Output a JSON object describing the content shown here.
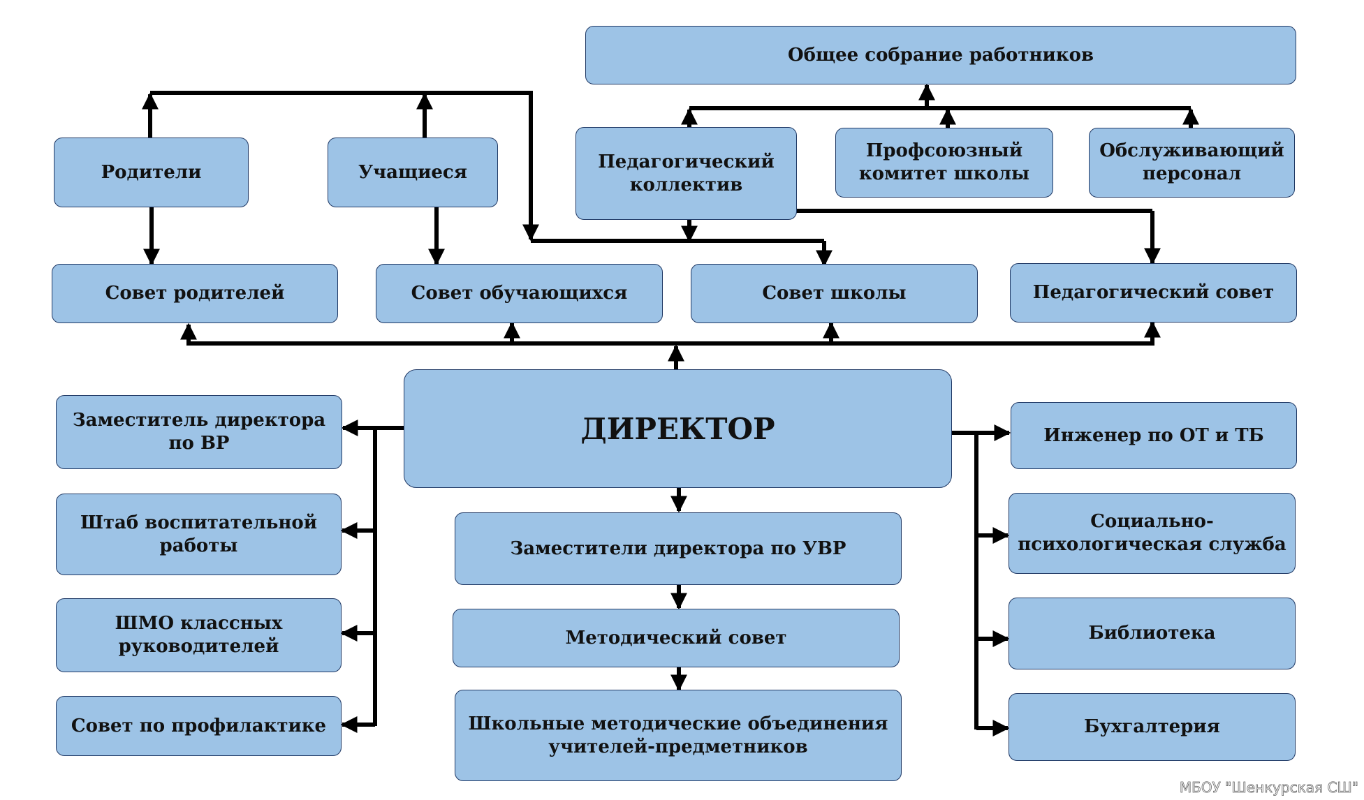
{
  "nodes": {
    "general_meeting": "Общее собрание работников",
    "parents": "Родители",
    "students": "Учащиеся",
    "teaching_staff": "Педагогический\nколлектив",
    "union_committee": "Профсоюзный\nкомитет школы",
    "service_staff": "Обслуживающий\nперсонал",
    "parents_council": "Совет родителей",
    "students_council": "Совет обучающихся",
    "school_council": "Совет школы",
    "pedagogical_council": "Педагогический совет",
    "director": "ДИРЕКТОР",
    "deputy_vr": "Заместитель директора\nпо ВР",
    "education_hq": "Штаб воспитательной\nработы",
    "shmo_class": "ШМО классных\nруководителей",
    "prevention_council": "Совет по профилактике",
    "deputies_uvr": "Заместители директора по УВР",
    "methodical_council": "Методический совет",
    "school_mo": "Школьные методические объединения\nучителей-предметников",
    "safety_engineer": "Инженер по ОТ и ТБ",
    "social_psych": "Социально-\nпсихологическая служба",
    "library": "Библиотека",
    "accounting": "Бухгалтерия"
  },
  "watermark": "МБОУ \"Шенкурская СШ\"",
  "colors": {
    "box_fill": "#9dc3e6",
    "box_border": "#1f3864",
    "connector": "#000000"
  }
}
